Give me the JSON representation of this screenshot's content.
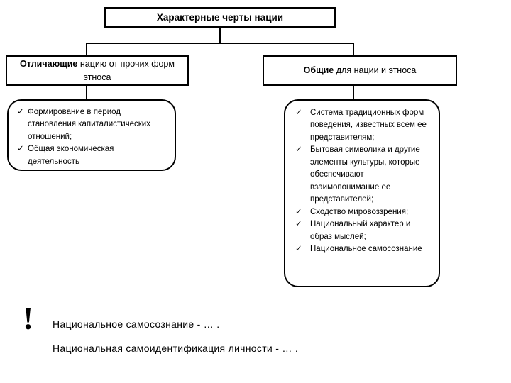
{
  "slide": {
    "title": "Характерные черты нации"
  },
  "branches": {
    "left": {
      "header_strong": "Отличающие",
      "header_rest": " нацию от прочих форм этноса",
      "items": [
        "Формирование в период становления капиталистических отношений;",
        "Общая экономическая деятельность"
      ]
    },
    "right": {
      "header_strong": "Общие",
      "header_rest": " для нации и этноса",
      "items": [
        "Система традиционных форм поведения, известных всем ее представителям;",
        "Бытовая символика и другие элементы культуры, которые обеспечивают взаимопонимание ее представителей;",
        "Сходство мировоззрения;",
        "Национальный характер и образ мыслей;",
        "Национальное самосознание"
      ]
    }
  },
  "bullet_glyph": "✓",
  "note": {
    "icon": "!",
    "line1": "Национальное самосознание - … .",
    "line2": "Национальная самоидентификация личности - … ."
  },
  "colors": {
    "stroke": "#000000",
    "background": "#ffffff",
    "text": "#000000"
  }
}
